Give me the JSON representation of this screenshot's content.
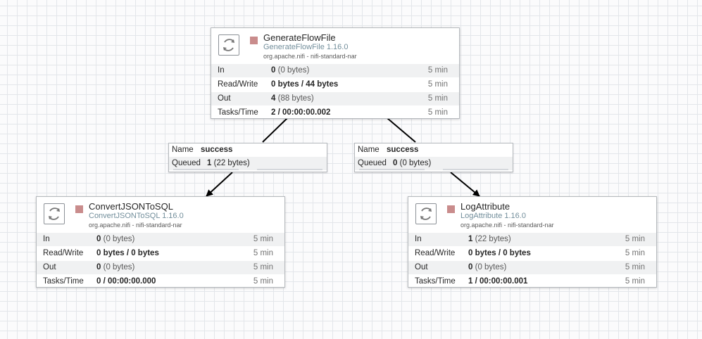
{
  "colors": {
    "run_square": "#c98c8c",
    "link": "#000000"
  },
  "icons": {
    "processor": "processor-icon",
    "status": "stopped-icon"
  },
  "processors": {
    "generate": {
      "name": "GenerateFlowFile",
      "version": "GenerateFlowFile 1.16.0",
      "bundle": "org.apache.nifi - nifi-standard-nar",
      "in_label": "In",
      "in_count": "0",
      "in_bytes": "(0 bytes)",
      "in_time": "5 min",
      "rw_label": "Read/Write",
      "rw_value": "0 bytes / 44 bytes",
      "rw_time": "5 min",
      "out_label": "Out",
      "out_count": "4",
      "out_bytes": "(88 bytes)",
      "out_time": "5 min",
      "tasks_label": "Tasks/Time",
      "tasks_value": "2 / 00:00:00.002",
      "tasks_time": "5 min"
    },
    "convert": {
      "name": "ConvertJSONToSQL",
      "version": "ConvertJSONToSQL 1.16.0",
      "bundle": "org.apache.nifi - nifi-standard-nar",
      "in_label": "In",
      "in_count": "0",
      "in_bytes": "(0 bytes)",
      "in_time": "5 min",
      "rw_label": "Read/Write",
      "rw_value": "0 bytes / 0 bytes",
      "rw_time": "5 min",
      "out_label": "Out",
      "out_count": "0",
      "out_bytes": "(0 bytes)",
      "out_time": "5 min",
      "tasks_label": "Tasks/Time",
      "tasks_value": "0 / 00:00:00.000",
      "tasks_time": "5 min"
    },
    "log": {
      "name": "LogAttribute",
      "version": "LogAttribute 1.16.0",
      "bundle": "org.apache.nifi - nifi-standard-nar",
      "in_label": "In",
      "in_count": "1",
      "in_bytes": "(22 bytes)",
      "in_time": "5 min",
      "rw_label": "Read/Write",
      "rw_value": "0 bytes / 0 bytes",
      "rw_time": "5 min",
      "out_label": "Out",
      "out_count": "0",
      "out_bytes": "(0 bytes)",
      "out_time": "5 min",
      "tasks_label": "Tasks/Time",
      "tasks_value": "1 / 00:00:00.001",
      "tasks_time": "5 min"
    }
  },
  "connections": {
    "left": {
      "name_label": "Name",
      "name": "success",
      "queued_label": "Queued",
      "queued_count": "1",
      "queued_bytes": "(22 bytes)"
    },
    "right": {
      "name_label": "Name",
      "name": "success",
      "queued_label": "Queued",
      "queued_count": "0",
      "queued_bytes": "(0 bytes)"
    }
  }
}
